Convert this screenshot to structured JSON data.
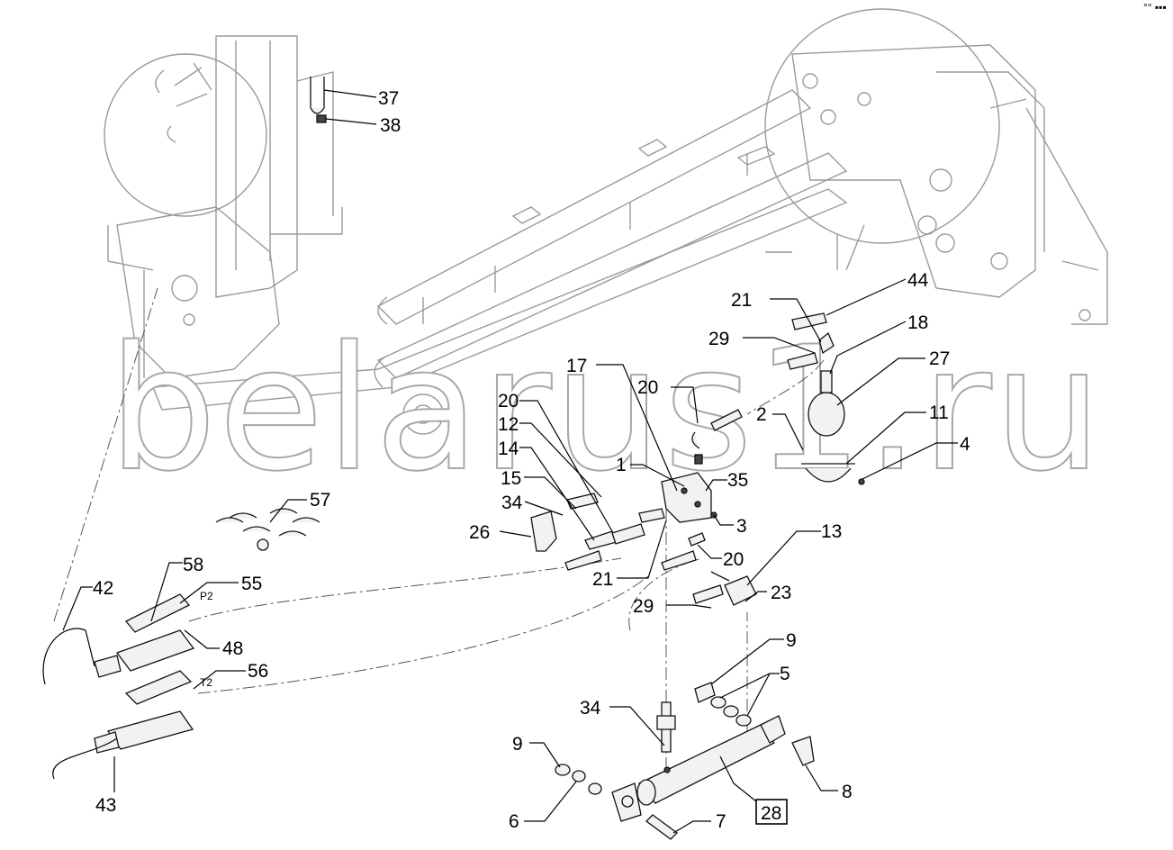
{
  "corner_mark": "°° ▪▪▪",
  "watermark": "belarus1.ru",
  "callouts": [
    {
      "id": "c37",
      "text": "37"
    },
    {
      "id": "c38",
      "text": "38"
    },
    {
      "id": "c44",
      "text": "44"
    },
    {
      "id": "c21a",
      "text": "21"
    },
    {
      "id": "c18",
      "text": "18"
    },
    {
      "id": "c29a",
      "text": "29"
    },
    {
      "id": "c27",
      "text": "27"
    },
    {
      "id": "c17",
      "text": "17"
    },
    {
      "id": "c20a",
      "text": "20"
    },
    {
      "id": "c2",
      "text": "2"
    },
    {
      "id": "c11",
      "text": "11"
    },
    {
      "id": "c20b",
      "text": "20"
    },
    {
      "id": "c4",
      "text": "4"
    },
    {
      "id": "c12",
      "text": "12"
    },
    {
      "id": "c14",
      "text": "14"
    },
    {
      "id": "c1",
      "text": "1"
    },
    {
      "id": "c35",
      "text": "35"
    },
    {
      "id": "c15",
      "text": "15"
    },
    {
      "id": "c57",
      "text": "57"
    },
    {
      "id": "c34a",
      "text": "34"
    },
    {
      "id": "c3",
      "text": "3"
    },
    {
      "id": "c26",
      "text": "26"
    },
    {
      "id": "c13",
      "text": "13"
    },
    {
      "id": "c20c",
      "text": "20"
    },
    {
      "id": "c21b",
      "text": "21"
    },
    {
      "id": "c58",
      "text": "58"
    },
    {
      "id": "c42",
      "text": "42"
    },
    {
      "id": "c55",
      "text": "55"
    },
    {
      "id": "c23",
      "text": "23"
    },
    {
      "id": "c29b",
      "text": "29"
    },
    {
      "id": "c48",
      "text": "48"
    },
    {
      "id": "c9a",
      "text": "9"
    },
    {
      "id": "c56",
      "text": "56"
    },
    {
      "id": "c5",
      "text": "5"
    },
    {
      "id": "c34b",
      "text": "34"
    },
    {
      "id": "c9b",
      "text": "9"
    },
    {
      "id": "c8",
      "text": "8"
    },
    {
      "id": "c6",
      "text": "6"
    },
    {
      "id": "c7",
      "text": "7"
    },
    {
      "id": "c43",
      "text": "43"
    },
    {
      "id": "c28",
      "text": "28"
    }
  ],
  "port_labels": {
    "p2": "P2",
    "t2": "T2"
  }
}
